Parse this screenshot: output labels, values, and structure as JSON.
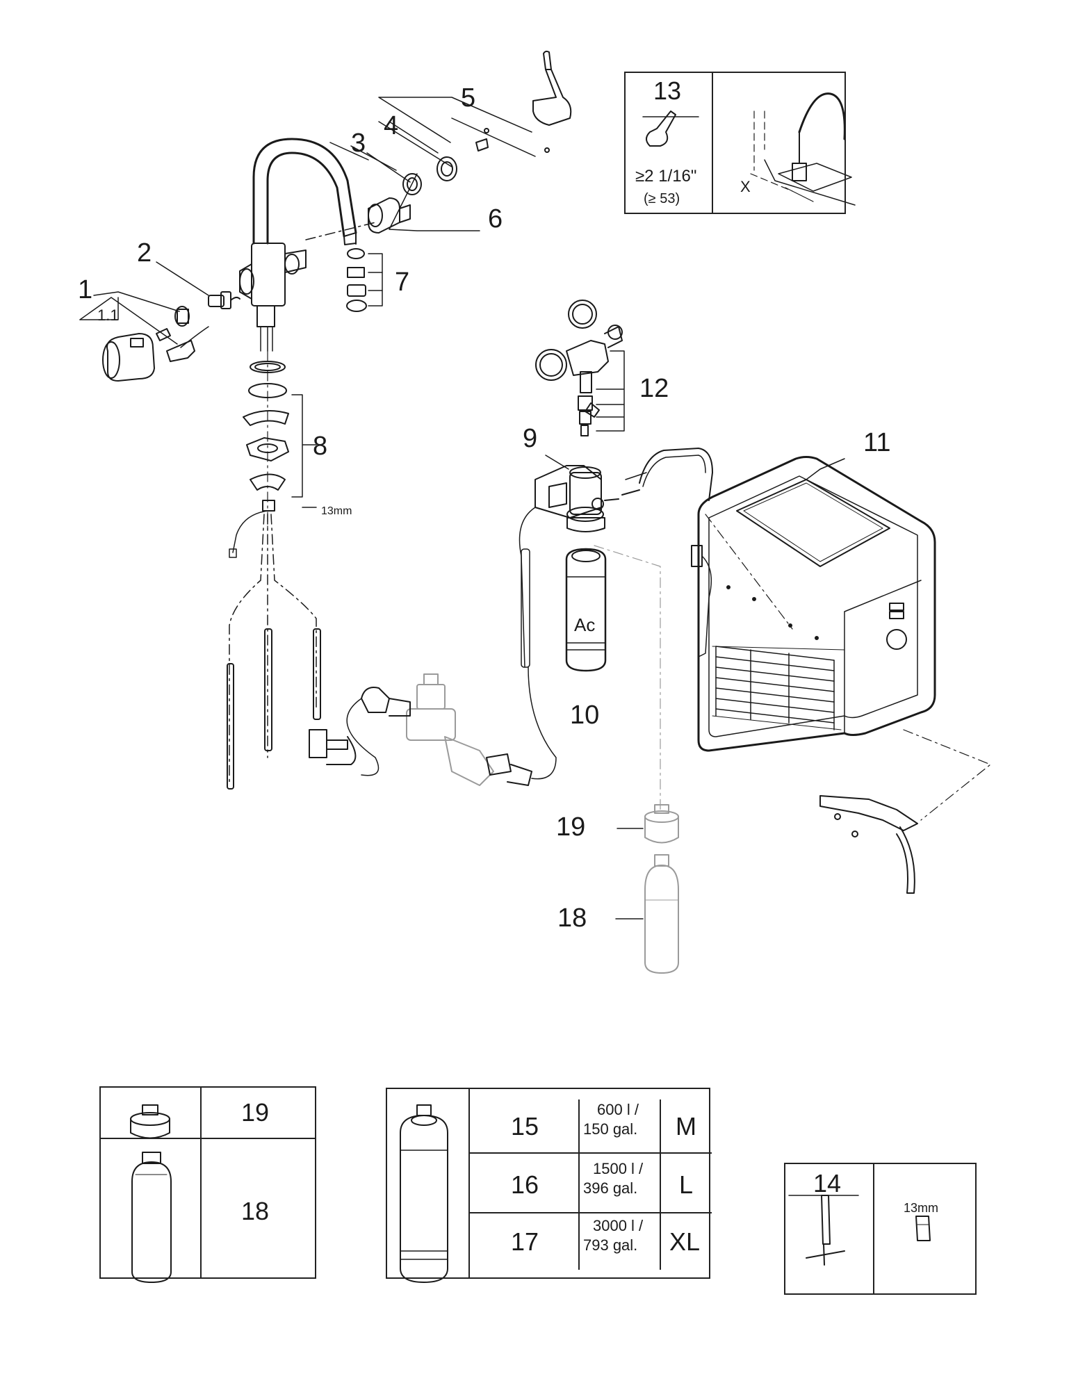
{
  "callouts": {
    "c1": "1",
    "c1_1": "1.1",
    "c2": "2",
    "c3": "3",
    "c4": "4",
    "c5": "5",
    "c6": "6",
    "c7": "7",
    "c8": "8",
    "c8_wrench": "13mm",
    "c9": "9",
    "c10": "10",
    "c11": "11",
    "c12": "12",
    "c18": "18",
    "c19": "19"
  },
  "cartridge_label": "Ac",
  "box13": {
    "number": "13",
    "dimension": "≥2 1/16\"",
    "dimension_metric": "(≥ 53)",
    "x_label": "X"
  },
  "box19_18": {
    "row1_number": "19",
    "row2_number": "18"
  },
  "filter_table": {
    "rows": [
      {
        "number": "15",
        "capacity": "600 l /",
        "capacity_gal": "150 gal.",
        "size": "M"
      },
      {
        "number": "16",
        "capacity": "1500 l /",
        "capacity_gal": "396 gal.",
        "size": "L"
      },
      {
        "number": "17",
        "capacity": "3000 l /",
        "capacity_gal": "793 gal.",
        "size": "XL"
      }
    ]
  },
  "box14": {
    "number": "14",
    "wrench": "13mm"
  }
}
